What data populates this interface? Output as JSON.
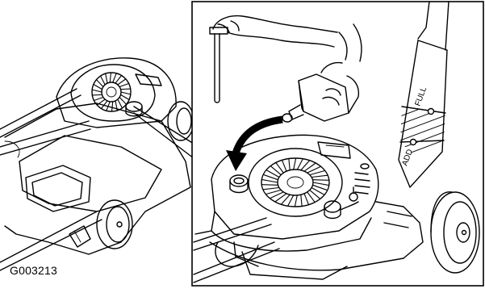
{
  "figure": {
    "code": "G003213"
  },
  "dipstick_labels": {
    "full": "FULL",
    "add": "ADD"
  }
}
